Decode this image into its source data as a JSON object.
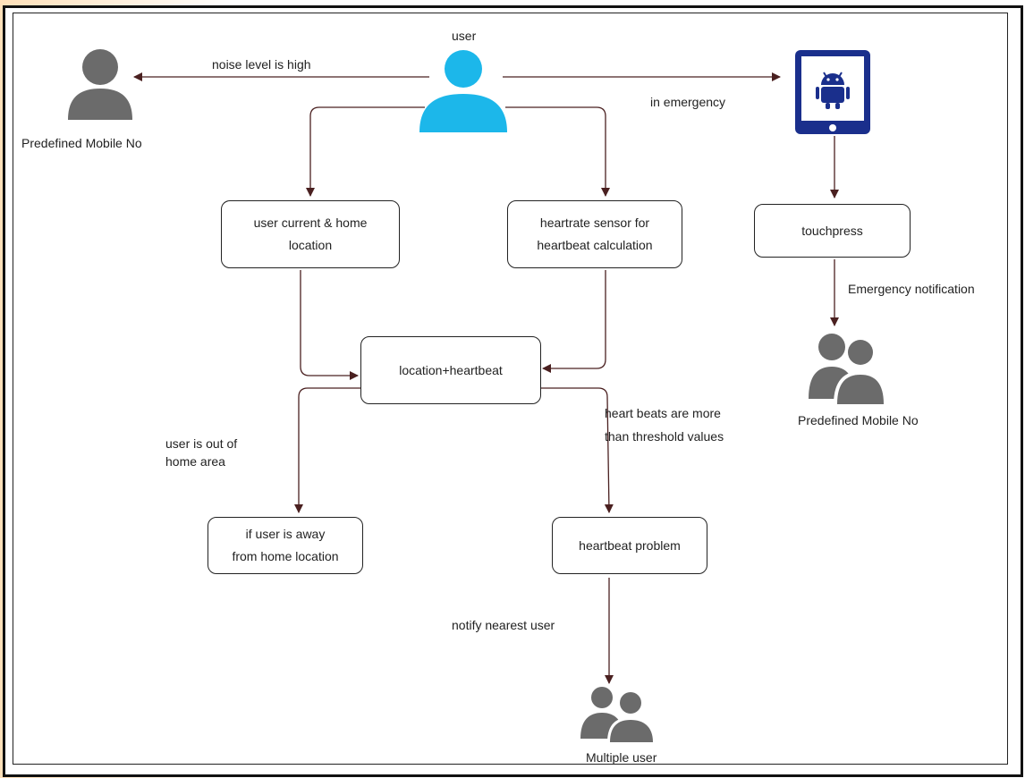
{
  "diagram": {
    "nodes": {
      "location": "user current & home\nlocation",
      "heartrate": "heartrate sensor for\nheartbeat calculation",
      "touchpress": "touchpress",
      "combined": "location+heartbeat",
      "away": "if user is away\nfrom home location",
      "problem": "heartbeat problem"
    },
    "actors": {
      "user": "user",
      "predefined_left": "Predefined Mobile No",
      "predefined_right": "Predefined Mobile No",
      "multiple": "Multiple user"
    },
    "edge_labels": {
      "noise": "noise level is high",
      "emergency": "in emergency",
      "emergency_notification": "Emergency notification",
      "out_of_home": "user is out of\nhome area",
      "threshold": "heart beats are more\nthan threshold values",
      "notify": "notify nearest user"
    }
  },
  "colors": {
    "user_icon": "#1cb7ea",
    "person_icon": "#6b6b6b",
    "tablet_frame": "#1a2f8c",
    "arrow": "#4a2020",
    "node_border": "#222222"
  },
  "icons": {
    "user": "user-icon",
    "predefined_left": "person-icon",
    "predefined_right": "group-icon",
    "multiple": "group-icon",
    "device": "android-tablet-icon"
  }
}
